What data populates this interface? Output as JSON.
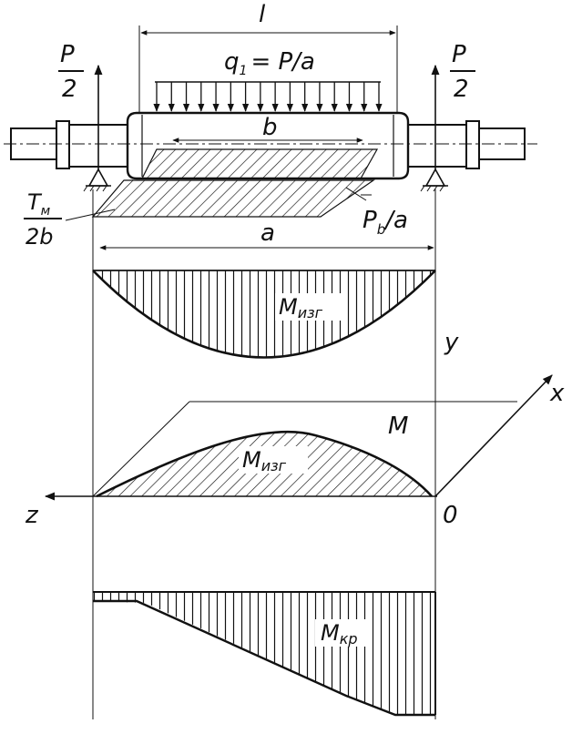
{
  "labels": {
    "span_l": "l",
    "load_q": "q",
    "load_q_sub": "1",
    "load_q_rhs": "= P/a",
    "force_left_num": "P",
    "force_left_den": "2",
    "force_right_num": "P",
    "force_right_den": "2",
    "width_b": "b",
    "torque_num": "T",
    "torque_num_sub": "м",
    "torque_den": "2b",
    "pb_label": "P",
    "pb_sub": "b",
    "pb_rhs": "/a",
    "span_a": "a",
    "m_bend_top": "M",
    "m_bend_top_sub": "изг",
    "axis_y": "y",
    "axis_x": "x",
    "plane_m": "M",
    "m_bend_mid": "M",
    "m_bend_mid_sub": "изг",
    "axis_z": "z",
    "origin_o": "0",
    "m_torque": "M",
    "m_torque_sub": "кр"
  },
  "colors": {
    "ink": "#111111",
    "paper": "#ffffff"
  }
}
